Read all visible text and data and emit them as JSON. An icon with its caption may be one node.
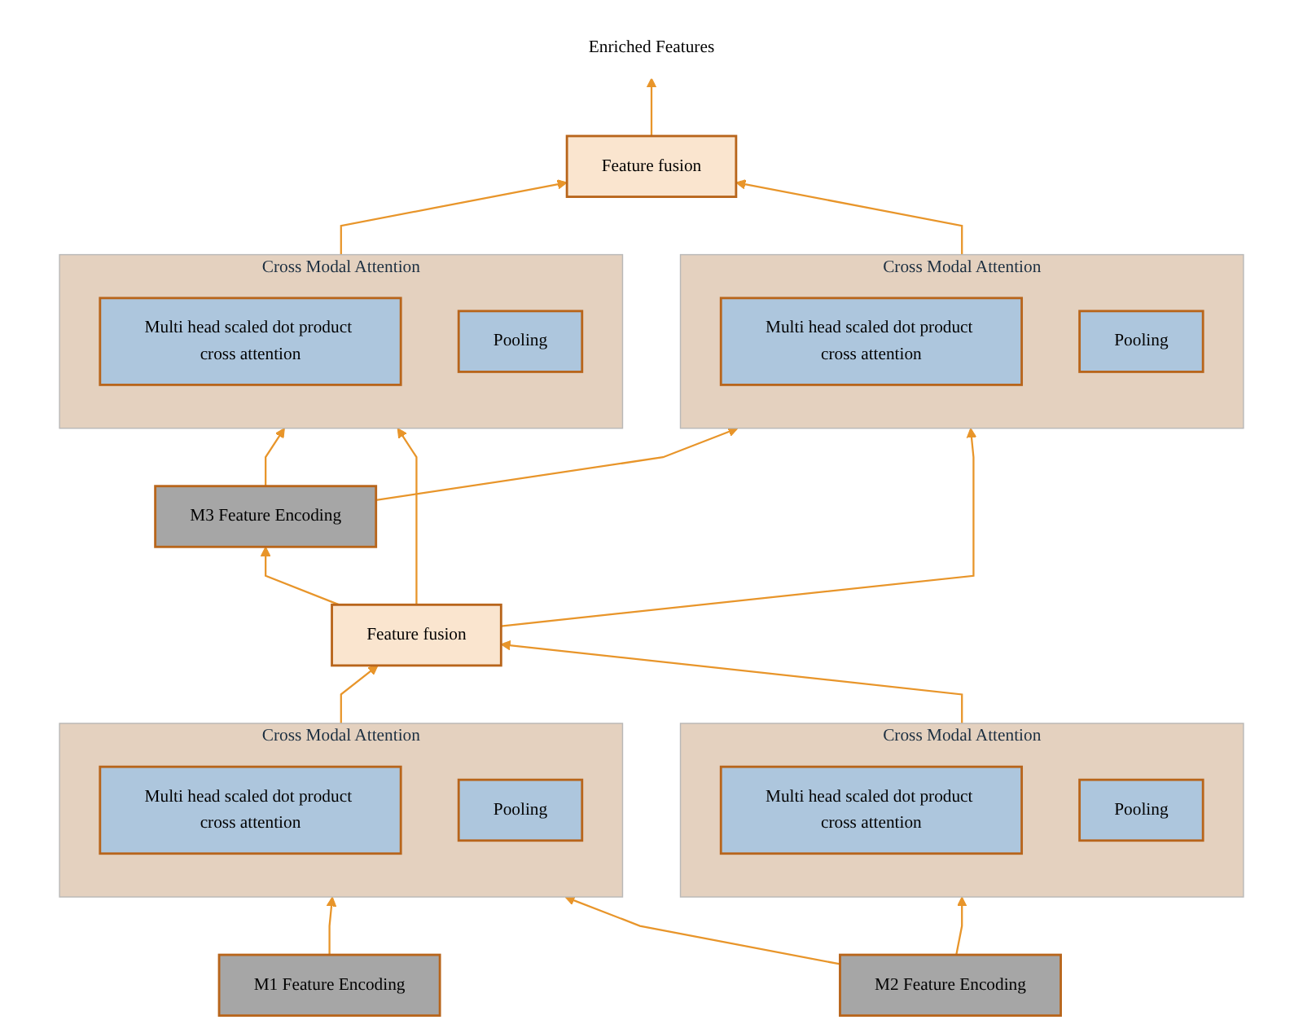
{
  "diagram": {
    "nodes": [
      {
        "text": [
          "Enriched Features"
        ]
      },
      {
        "text": [
          "Feature fusion"
        ]
      },
      {
        "text": [
          "Cross Modal Attention"
        ]
      },
      {
        "text": [
          "Pooling"
        ],
        "in": 2
      },
      {
        "text": [
          "Multi head scaled dot product cross attention"
        ],
        "in": 2
      },
      {
        "text": [
          "Cross Modal Attention"
        ]
      },
      {
        "text": [
          "Pooling"
        ],
        "in": 5
      },
      {
        "text": [
          "Multi head scaled dot product cross attention"
        ],
        "in": 5
      },
      {
        "text": [
          "M3 Feature Encoding"
        ]
      },
      {
        "text": [
          "Feature fusion"
        ]
      },
      {
        "text": [
          "Cross Modal Attention"
        ]
      },
      {
        "text": [
          "Pooling"
        ],
        "in": 10
      },
      {
        "text": [
          "Multi head scaled dot product cross attention"
        ],
        "in": 10
      },
      {
        "text": [
          "Cross Modal Attention"
        ]
      },
      {
        "text": [
          "Pooling"
        ],
        "in": 13
      },
      {
        "text": [
          "Multi head scaled dot product cross attention"
        ],
        "in": 13
      },
      {
        "text": [
          "M1 Feature Encoding"
        ]
      },
      {
        "text": [
          "M2 Feature Encoding"
        ]
      }
    ],
    "edges": [
      {
        "from": 1,
        "to": 0,
        "arrow": "to"
      },
      {
        "from": 2,
        "to": 1,
        "arrow": "to"
      },
      {
        "from": 5,
        "to": 1,
        "arrow": "to"
      },
      {
        "from": 8,
        "to": 5,
        "arrow": "to"
      },
      {
        "from": 8,
        "to": 2,
        "arrow": "to"
      },
      {
        "from": 9,
        "to": 2,
        "arrow": "to"
      },
      {
        "from": 9,
        "to": 5,
        "arrow": "to"
      },
      {
        "from": 9,
        "to": 8,
        "arrow": "to"
      },
      {
        "from": 10,
        "to": 9,
        "arrow": "to"
      },
      {
        "from": 13,
        "to": 9,
        "arrow": "to"
      },
      {
        "from": 16,
        "to": 10,
        "arrow": "to"
      },
      {
        "from": 17,
        "to": 13,
        "arrow": "to"
      },
      {
        "from": 17,
        "to": 10,
        "arrow": "to"
      }
    ]
  }
}
